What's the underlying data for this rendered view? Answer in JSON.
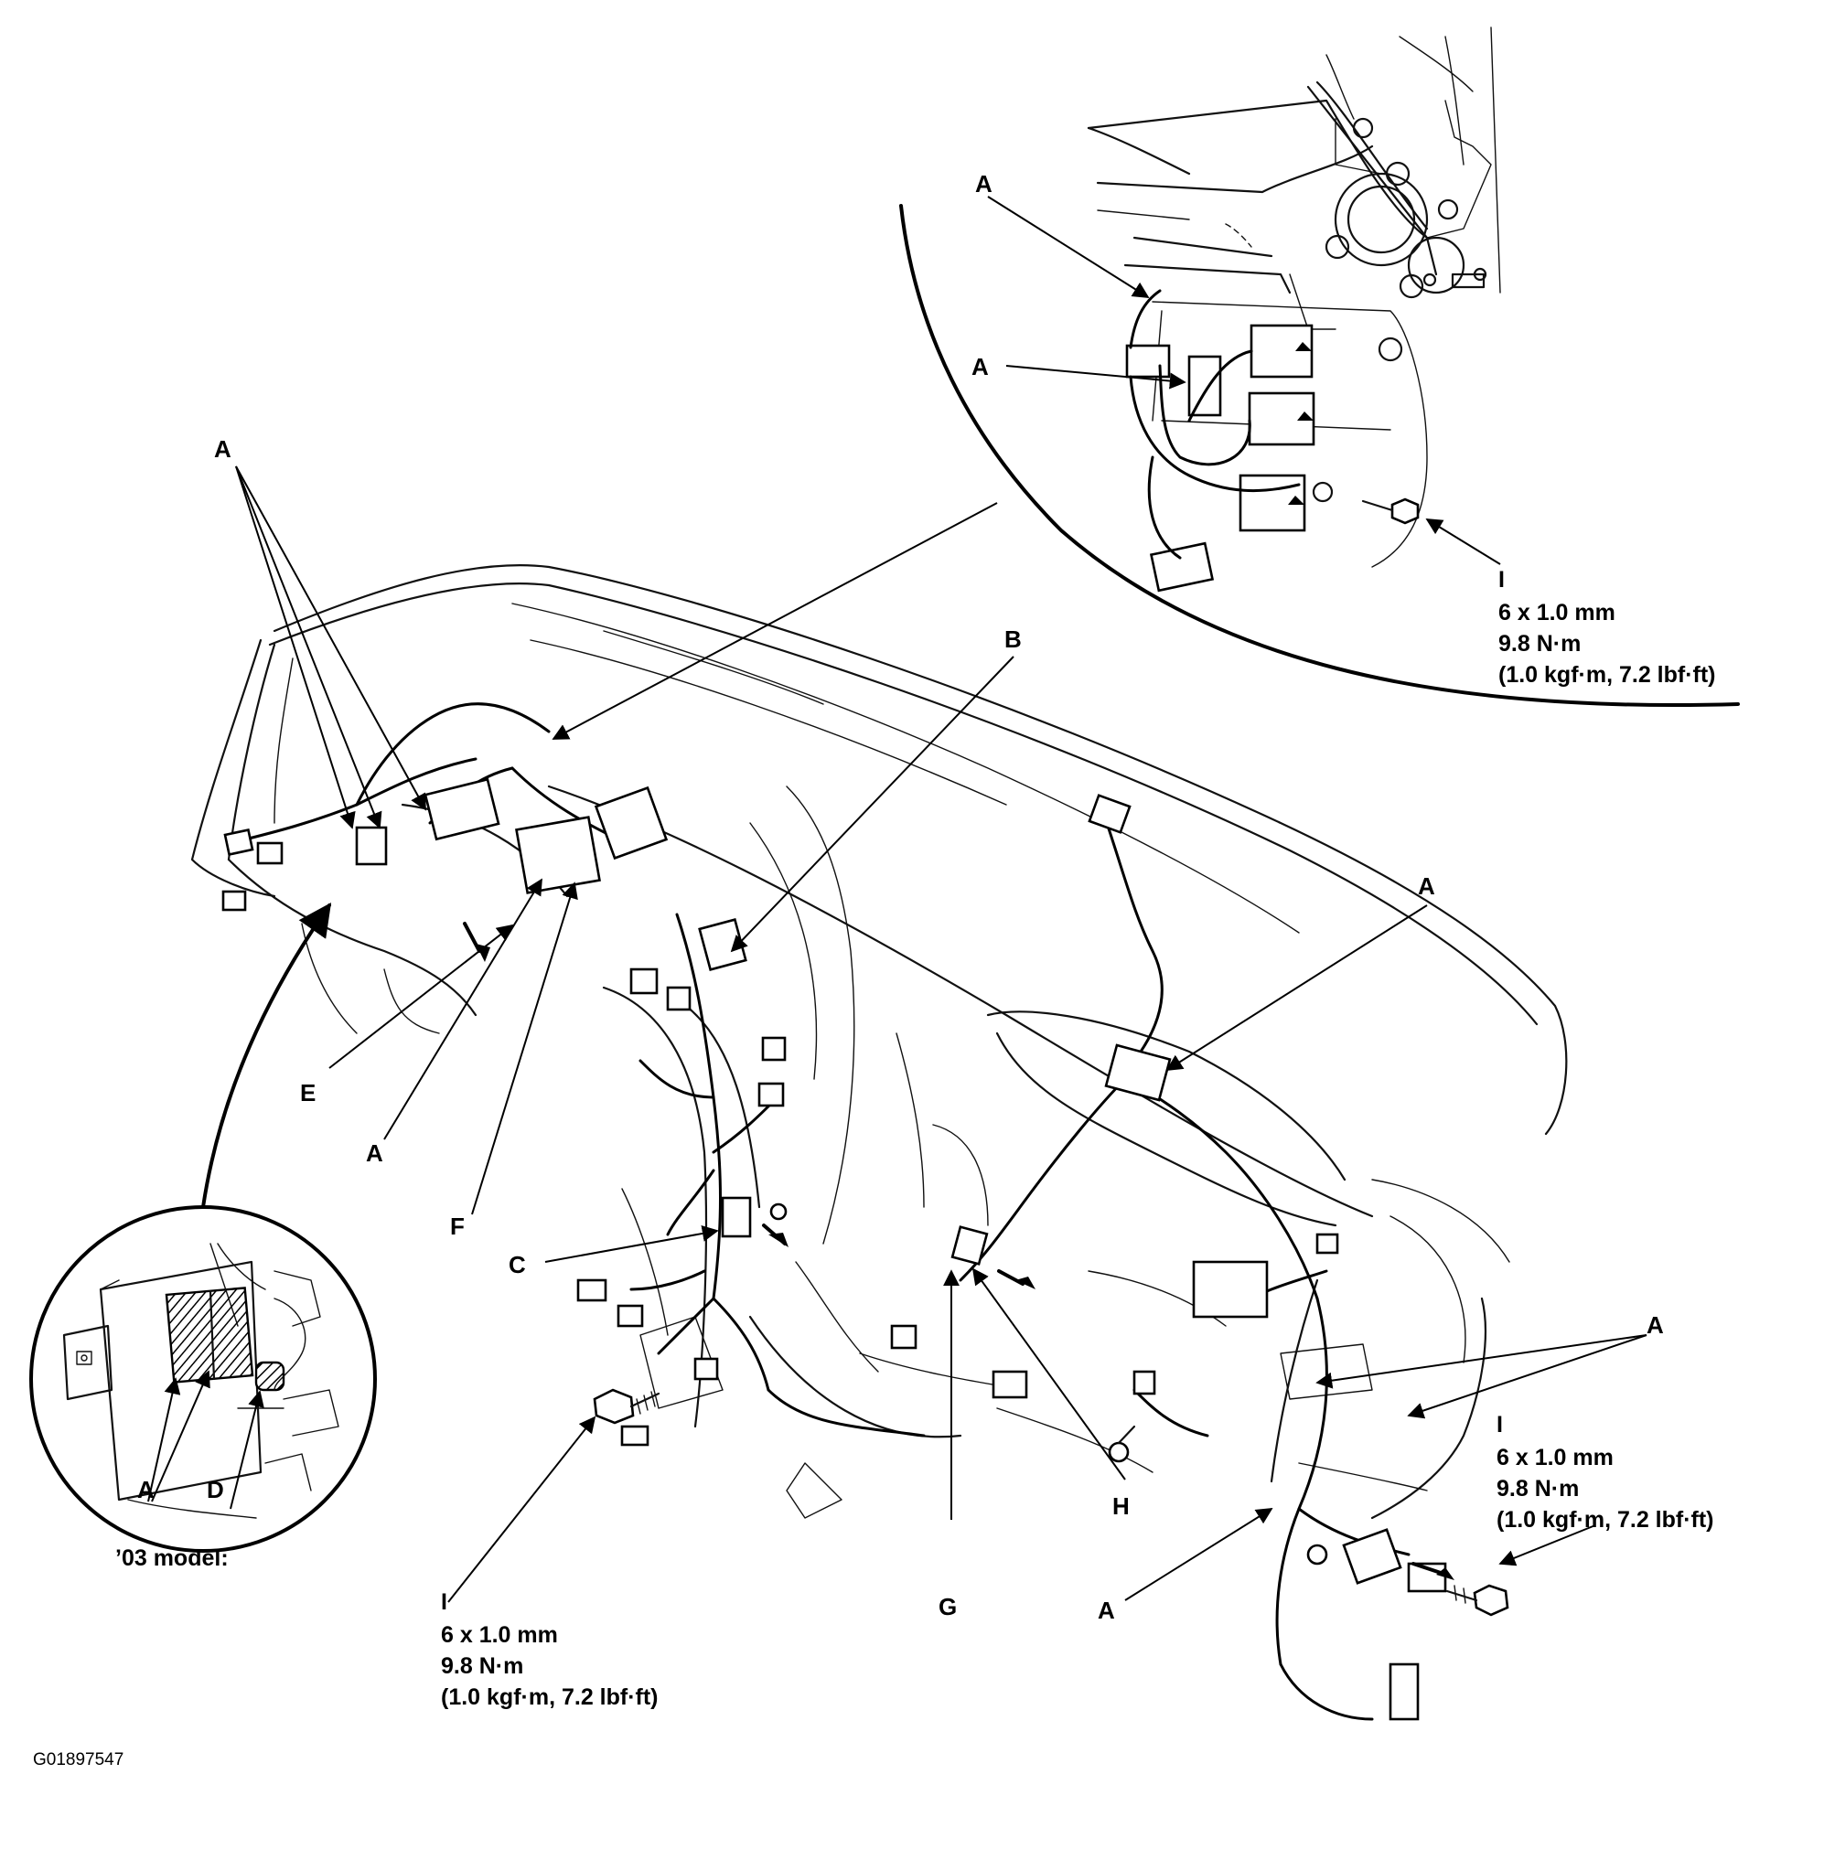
{
  "labels": {
    "A": "A",
    "B": "B",
    "C": "C",
    "D": "D",
    "E": "E",
    "F": "F",
    "G": "G",
    "H": "H",
    "I": "I"
  },
  "bolt_spec": {
    "size": "6 x 1.0 mm",
    "torque_nm": "9.8 N·m",
    "torque_alt": "(1.0 kgf·m, 7.2 lbf·ft)"
  },
  "inset_caption": "’03 model:",
  "figure_code": "G01897547"
}
